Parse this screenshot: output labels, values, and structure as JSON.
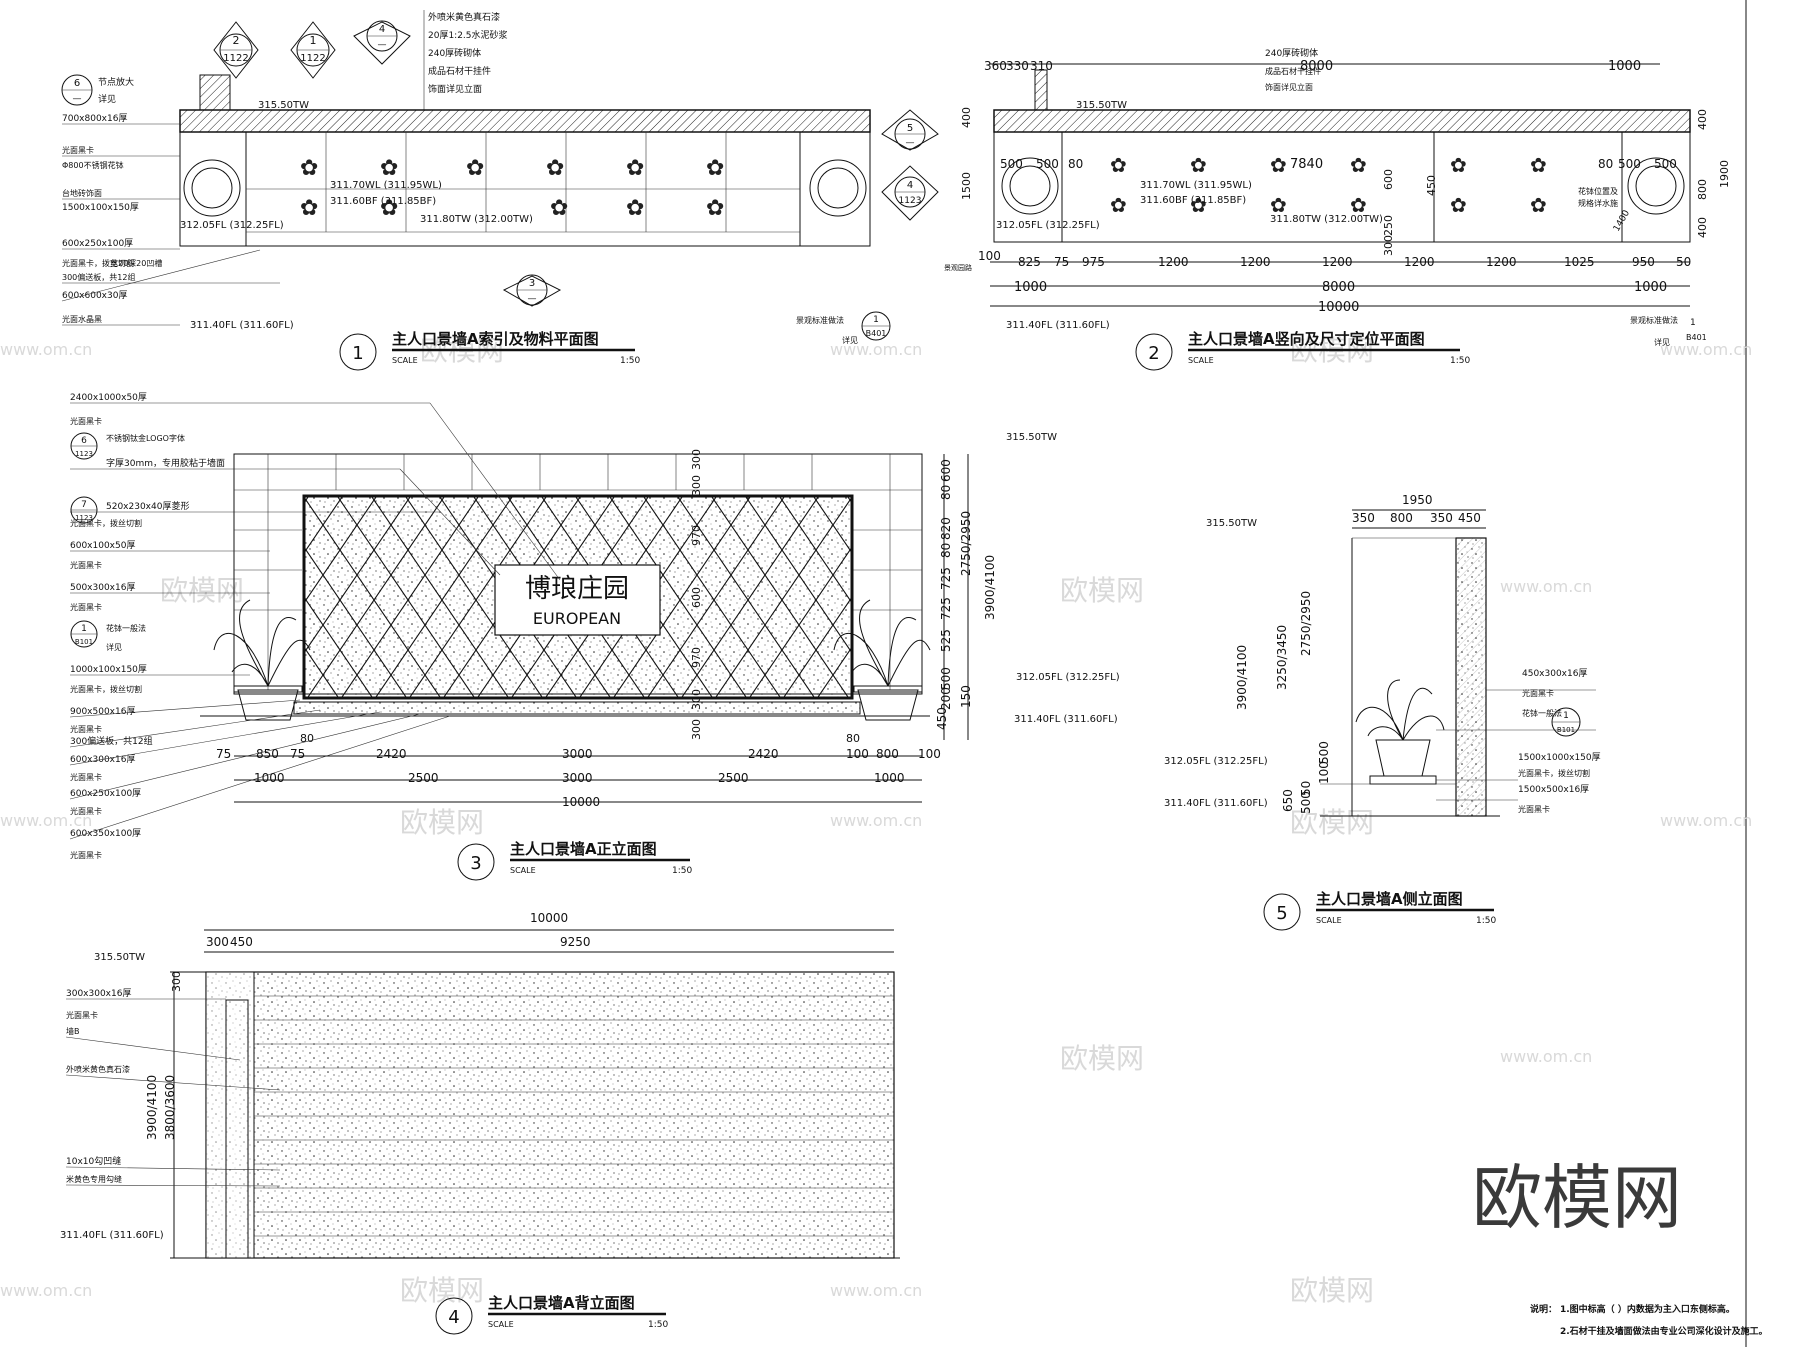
{
  "watermark": {
    "brand_big": "欧模网",
    "brand_small": "欧模网",
    "site": "www.om.cn"
  },
  "drawing1": {
    "number": "1",
    "title": "主人口景墙A索引及物料平面图",
    "scale_label": "SCALE",
    "scale": "1:50",
    "section_markers": [
      {
        "num": "2",
        "sheet": "1122"
      },
      {
        "num": "1",
        "sheet": "1122"
      },
      {
        "num": "4",
        "sheet": "—"
      },
      {
        "num": "5",
        "sheet": "—"
      },
      {
        "num": "4",
        "sheet": "1123"
      },
      {
        "num": "3",
        "sheet": "—"
      },
      {
        "num": "6",
        "sheet": "—"
      }
    ],
    "top_notes": [
      "外喷米黄色真石漆",
      "20厚1:2.5水泥砂浆",
      "240厚砖砌体",
      "成品石材干挂件",
      "饰面详见立面"
    ],
    "detail_note": [
      "节点放大",
      "详见"
    ],
    "left_notes": [
      "700x800x16厚",
      "光面黑卡",
      "Φ800不锈钢花钵",
      "台地砖饰面",
      "1500x100x150厚",
      "600x250x100厚",
      "光面黑卡，拨丝切割",
      "宽20深20凹槽",
      "300偏送板，共12组",
      "600x600x30厚",
      "光面水晶黑"
    ],
    "levels": [
      "315.50TW",
      "311.70WL (311.95WL)",
      "311.60BF (311.85BF)",
      "311.80TW (312.00TW)",
      "312.05FL (312.25FL)",
      "311.40FL (311.60FL)"
    ],
    "ref_note": "景观标准做法",
    "ref_sheet": "B401",
    "ref_num": "1",
    "ref_see": "详见"
  },
  "drawing2": {
    "number": "2",
    "title": "主人口景墙A竖向及尺寸定位平面图",
    "scale_label": "SCALE",
    "scale": "1:50",
    "top_dims": [
      "360",
      "330",
      "310",
      "8000",
      "1000"
    ],
    "top_note": [
      "240厚砖砌体",
      "成品石材干挂件",
      "饰面详见立面"
    ],
    "inner_dims": [
      "500",
      "500",
      "80",
      "7840",
      "80",
      "500",
      "500"
    ],
    "vert_dims_left": [
      "400",
      "1500"
    ],
    "vert_dims_right": [
      "400",
      "800",
      "400",
      "1900"
    ],
    "mid_dims": [
      "600",
      "450",
      "250",
      "300"
    ],
    "bottom_row1": [
      "100",
      "825",
      "75",
      "975",
      "1200",
      "1200",
      "1200",
      "1200",
      "1200",
      "1025",
      "950",
      "50"
    ],
    "bottom_row2": [
      "1000",
      "8000",
      "1000"
    ],
    "bottom_total": "10000",
    "levels": [
      "315.50TW",
      "311.70WL (311.95WL)",
      "311.60BF (311.85BF)",
      "311.80TW (312.00TW)",
      "312.05FL (312.25FL)",
      "311.40FL (311.60FL)"
    ],
    "side_notes": [
      "景观标准做法",
      "B401",
      "1",
      "详见"
    ],
    "right_note": [
      "花钵位置及",
      "规格详水施",
      "1400"
    ],
    "left_small": "景观园路"
  },
  "drawing3": {
    "number": "3",
    "title": "主人口景墙A正立面图",
    "scale_label": "SCALE",
    "scale": "1:50",
    "logo_cn": "博琅庄园",
    "logo_en": "EUROPEAN",
    "left_notes": [
      "2400x1000x50厚",
      "光面黑卡",
      "不锈钢钛金LOGO字体",
      "字厚30mm，专用胶粘于墙面",
      "520x230x40厚菱形",
      "光面黑卡，拨丝切割",
      "600x100x50厚",
      "光面黑卡",
      "500x300x16厚",
      "光面黑卡",
      "花钵一般法",
      "详见",
      "1000x100x150厚",
      "光面黑卡，拨丝切割",
      "900x500x16厚",
      "光面黑卡",
      "300偏送板，共12组",
      "600x300x16厚",
      "光面黑卡",
      "600x250x100厚",
      "光面黑卡",
      "600x350x100厚",
      "光面黑卡"
    ],
    "circle_refs": [
      {
        "num": "6",
        "sheet": "1123"
      },
      {
        "num": "7",
        "sheet": "1123"
      },
      {
        "num": "1",
        "sheet": "B101"
      }
    ],
    "right_dims": [
      "600",
      "820",
      "725",
      "525",
      "500",
      "150"
    ],
    "right_dims2": [
      "80",
      "80",
      "725",
      "200"
    ],
    "right_totals": [
      "2750/2950",
      "3900/4100"
    ],
    "inner_vert": [
      "300",
      "300",
      "970",
      "600",
      "970",
      "300",
      "300"
    ],
    "levels": [
      "315.50TW",
      "312.05FL (312.25FL)",
      "311.40FL (311.60FL)"
    ],
    "bottom_row1": [
      "75",
      "850",
      "75",
      "2420",
      "3000",
      "2420",
      "100",
      "800",
      "100"
    ],
    "bottom_row0": [
      "80",
      "80"
    ],
    "bottom_row2": [
      "1000",
      "2500",
      "3000",
      "2500",
      "1000"
    ],
    "bottom_total": "10000",
    "left_dim_450": "450"
  },
  "drawing4": {
    "number": "4",
    "title": "主人口景墙A背立面图",
    "scale_label": "SCALE",
    "scale": "1:50",
    "top_total": "10000",
    "top_dims": [
      "300",
      "450",
      "9250"
    ],
    "left_notes": [
      "300x300x16厚",
      "光面黑卡",
      "墙B",
      "外喷米黄色真石漆",
      "10x10勾凹缝",
      "米黄色专用勾缝"
    ],
    "levels": [
      "315.50TW",
      "311.40FL (311.60FL)"
    ],
    "vert_dims": [
      "300",
      "3900/4100",
      "3800/3600"
    ],
    "notes_label": "说明：",
    "notes": [
      "1.图中标高（ ）内数据为主入口东侧标高。",
      "2.石材干挂及墙面做法由专业公司深化设计及施工。"
    ]
  },
  "drawing5": {
    "number": "5",
    "title": "主人口景墙A侧立面图",
    "scale_label": "SCALE",
    "scale": "1:50",
    "top_total": "1950",
    "top_dims": [
      "350",
      "800",
      "350",
      "450"
    ],
    "levels": [
      "315.50TW",
      "312.05FL (312.25FL)",
      "311.40FL (311.60FL)"
    ],
    "vert_dims": [
      "3900/4100",
      "3250/3450",
      "2750/2950",
      "650",
      "50",
      "500",
      "100",
      "500"
    ],
    "right_notes": [
      "450x300x16厚",
      "光面黑卡",
      "花钵一般法",
      "1500x1000x150厚",
      "光面黑卡，拨丝切割",
      "1500x500x16厚",
      "光面黑卡"
    ],
    "circle_ref": {
      "num": "1",
      "sheet": "B101"
    }
  }
}
